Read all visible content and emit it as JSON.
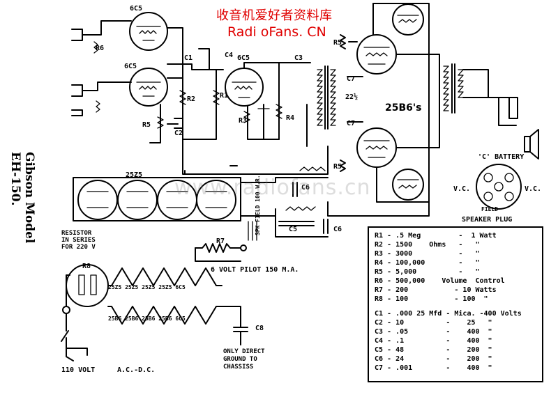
{
  "watermark": {
    "chinese": "收音机爱好者资料库",
    "english": "Radi oFans. CN",
    "background": "www.radiofans.cn"
  },
  "title": "Gibson Model EH-150.",
  "tubes": {
    "t6c5a": "6C5",
    "t6c5b": "6C5",
    "t6c5c": "6C5",
    "t25z5": "25Z5",
    "t25b6": "25B6's"
  },
  "components": {
    "c1": "C1",
    "c2": "C2",
    "c3": "C3",
    "c4": "C4",
    "c5": "C5",
    "c6a": "C6",
    "c6b": "C6",
    "c7a": "C7",
    "c7b": "C7",
    "c8": "C8",
    "r1": "R1",
    "r2": "R2",
    "r3": "R3",
    "r4": "R4",
    "r5a": "R5",
    "r5b": "R5",
    "r5c": "R5",
    "r6": "R6",
    "r7": "R7",
    "r8": "R8",
    "v22": "22½"
  },
  "notes": {
    "resistor_series": "RESISTOR\nIN SERIES\nFOR 220 V",
    "pilot": "6 VOLT  PILOT  150 M.A.",
    "field": "FIELD",
    "speaker_plug": "SPEAKER PLUG",
    "c_battery": "'C' BATTERY",
    "vc_left": "V.C.",
    "vc_right": "V.C.",
    "only_direct": "ONLY DIRECT\nGROUND TO\nCHASSISS",
    "supply": "110 VOLT",
    "acdc": "A.C.-D.C.",
    "heater_row1": "25Z5 25Z5 25Z5 25Z5 6C5",
    "heater_row2": "25B6 25B6 25B6 25B6 6C5",
    "field_coil": "SPK FIELD 100 W.R."
  },
  "parts_table": [
    "R1 - .5 Meg         -  1 Watt",
    "R2 - 1500    Ohms   -   \"",
    "R3 - 3000           -   \"",
    "R4 - 100,000        -   \"",
    "R5 - 5,000          -   \"",
    "R6 - 500,000    Volume  Control",
    "R7 - 200           - 10 Watts",
    "R8 - 100           - 100  \"",
    "",
    "C1 - .000 25 Mfd - Mica. -400 Volts",
    "C2 - 10          -    25   \"",
    "C3 - .05         -    400  \"",
    "C4 - .1          -    400  \"",
    "C5 - 48          -    200  \"",
    "C6 - 24          -    200  \"",
    "C7 - .001        -    400  \""
  ]
}
